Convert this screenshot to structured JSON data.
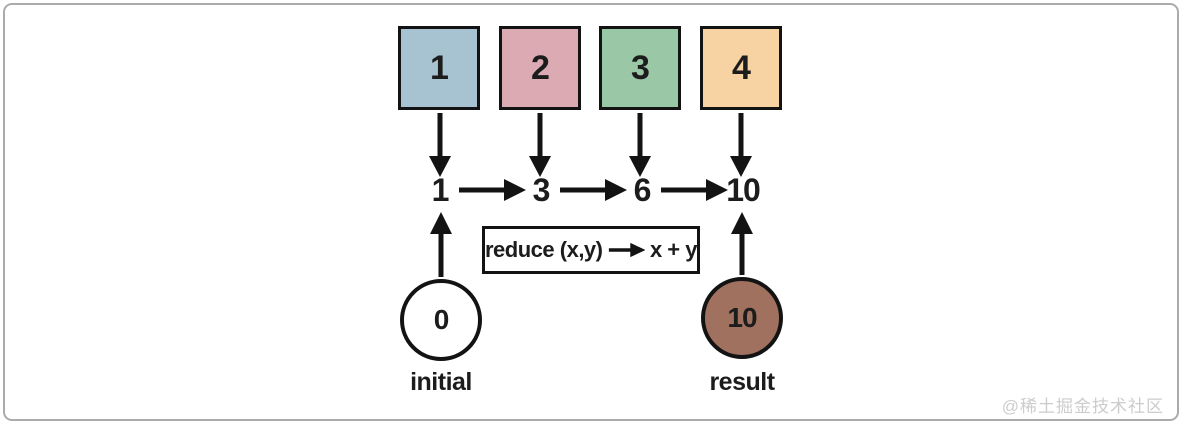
{
  "diagram": {
    "input_boxes": [
      {
        "label": "1",
        "color": "#a7c3d1"
      },
      {
        "label": "2",
        "color": "#dbaab2"
      },
      {
        "label": "3",
        "color": "#9ac8a6"
      },
      {
        "label": "4",
        "color": "#f7d3a3"
      }
    ],
    "accumulated_values": [
      "1",
      "3",
      "6",
      "10"
    ],
    "reduce_box": {
      "function": "reduce (x,y)",
      "result_expr": "x + y"
    },
    "initial": {
      "value": "0",
      "label": "initial",
      "color": "#ffffff"
    },
    "result": {
      "value": "10",
      "label": "result",
      "color": "#a17160"
    },
    "icons": {
      "arrow_right": "→",
      "arrow_down": "↓",
      "arrow_up": "↑"
    }
  },
  "watermark": "@稀土掘金技术社区",
  "colors": {
    "stroke": "#131313",
    "frame": "#ababab",
    "text": "#1c1c1c",
    "watermark": "#cccccc"
  }
}
